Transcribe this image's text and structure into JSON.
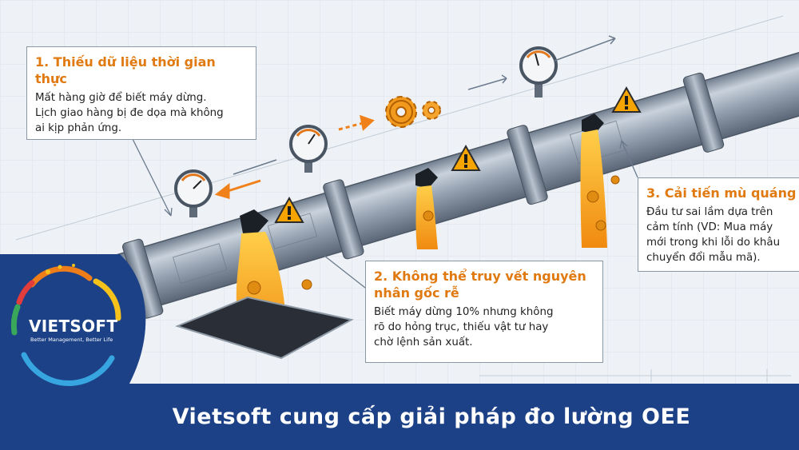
{
  "callouts": [
    {
      "title": "1. Thiếu dữ liệu thời gian thực",
      "lines": [
        "Mất hàng giờ để biết máy dừng.",
        "Lịch giao hàng bị đe dọa mà không",
        "ai kịp phản ứng."
      ]
    },
    {
      "title_lines": [
        "2. Không thể truy vết nguyên",
        "nhân gốc rễ"
      ],
      "lines": [
        "Biết máy dừng 10% nhưng không",
        "rõ do hỏng trục, thiếu vật tư hay",
        "chờ lệnh sản xuất."
      ]
    },
    {
      "title": "3. Cải tiến mù quáng",
      "lines": [
        "Đầu tư sai lầm dựa trên",
        "cảm tính (VD: Mua máy",
        "mới trong khi lỗi do khâu",
        "chuyển đổi mẫu mã)."
      ]
    }
  ],
  "banner": {
    "text": "Vietsoft cung cấp giải pháp đo lường OEE"
  },
  "logo": {
    "name": "VIETSOFT",
    "tagline": "Better Management, Better Life"
  },
  "colors": {
    "accent": "#e07a10",
    "banner": "#1c4187",
    "leak": "#f7a21b",
    "pipe": "#9aa6b6"
  }
}
